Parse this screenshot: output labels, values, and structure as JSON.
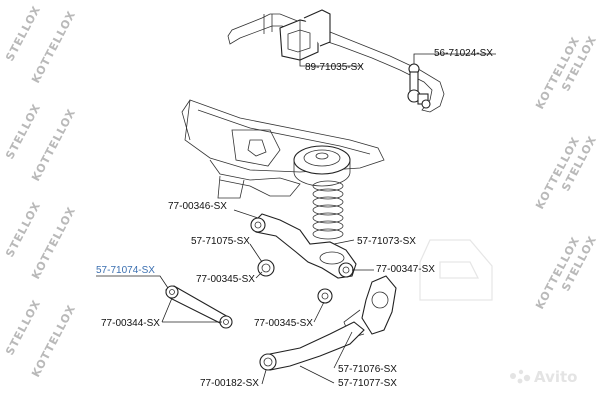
{
  "watermark": {
    "brand": "STELLOX",
    "tagline": "KOTTELLOX",
    "marketplace": "Avito",
    "colors": {
      "watermark": "#b9b9b9",
      "avito": "#e4e4e4"
    }
  },
  "colors": {
    "highlight_label": "#3b6fb0",
    "label": "#111111",
    "line": "#222222"
  },
  "labels": [
    {
      "id": "p89-71035",
      "text": "89-71035-SX",
      "highlight": false
    },
    {
      "id": "p56-71024",
      "text": "56-71024-SX",
      "highlight": false
    },
    {
      "id": "p77-00346",
      "text": "77-00346-SX",
      "highlight": false
    },
    {
      "id": "p57-71075",
      "text": "57-71075-SX",
      "highlight": false
    },
    {
      "id": "p57-71073",
      "text": "57-71073-SX",
      "highlight": false
    },
    {
      "id": "p57-71074",
      "text": "57-71074-SX",
      "highlight": true
    },
    {
      "id": "p77-00345a",
      "text": "77-00345-SX",
      "highlight": false
    },
    {
      "id": "p77-00347",
      "text": "77-00347-SX",
      "highlight": false
    },
    {
      "id": "p77-00344",
      "text": "77-00344-SX",
      "highlight": false
    },
    {
      "id": "p77-00345b",
      "text": "77-00345-SX",
      "highlight": false
    },
    {
      "id": "p57-71076",
      "text": "57-71076-SX",
      "highlight": false
    },
    {
      "id": "p77-00182",
      "text": "77-00182-SX",
      "highlight": false
    },
    {
      "id": "p57-71077",
      "text": "57-71077-SX",
      "highlight": false
    }
  ]
}
